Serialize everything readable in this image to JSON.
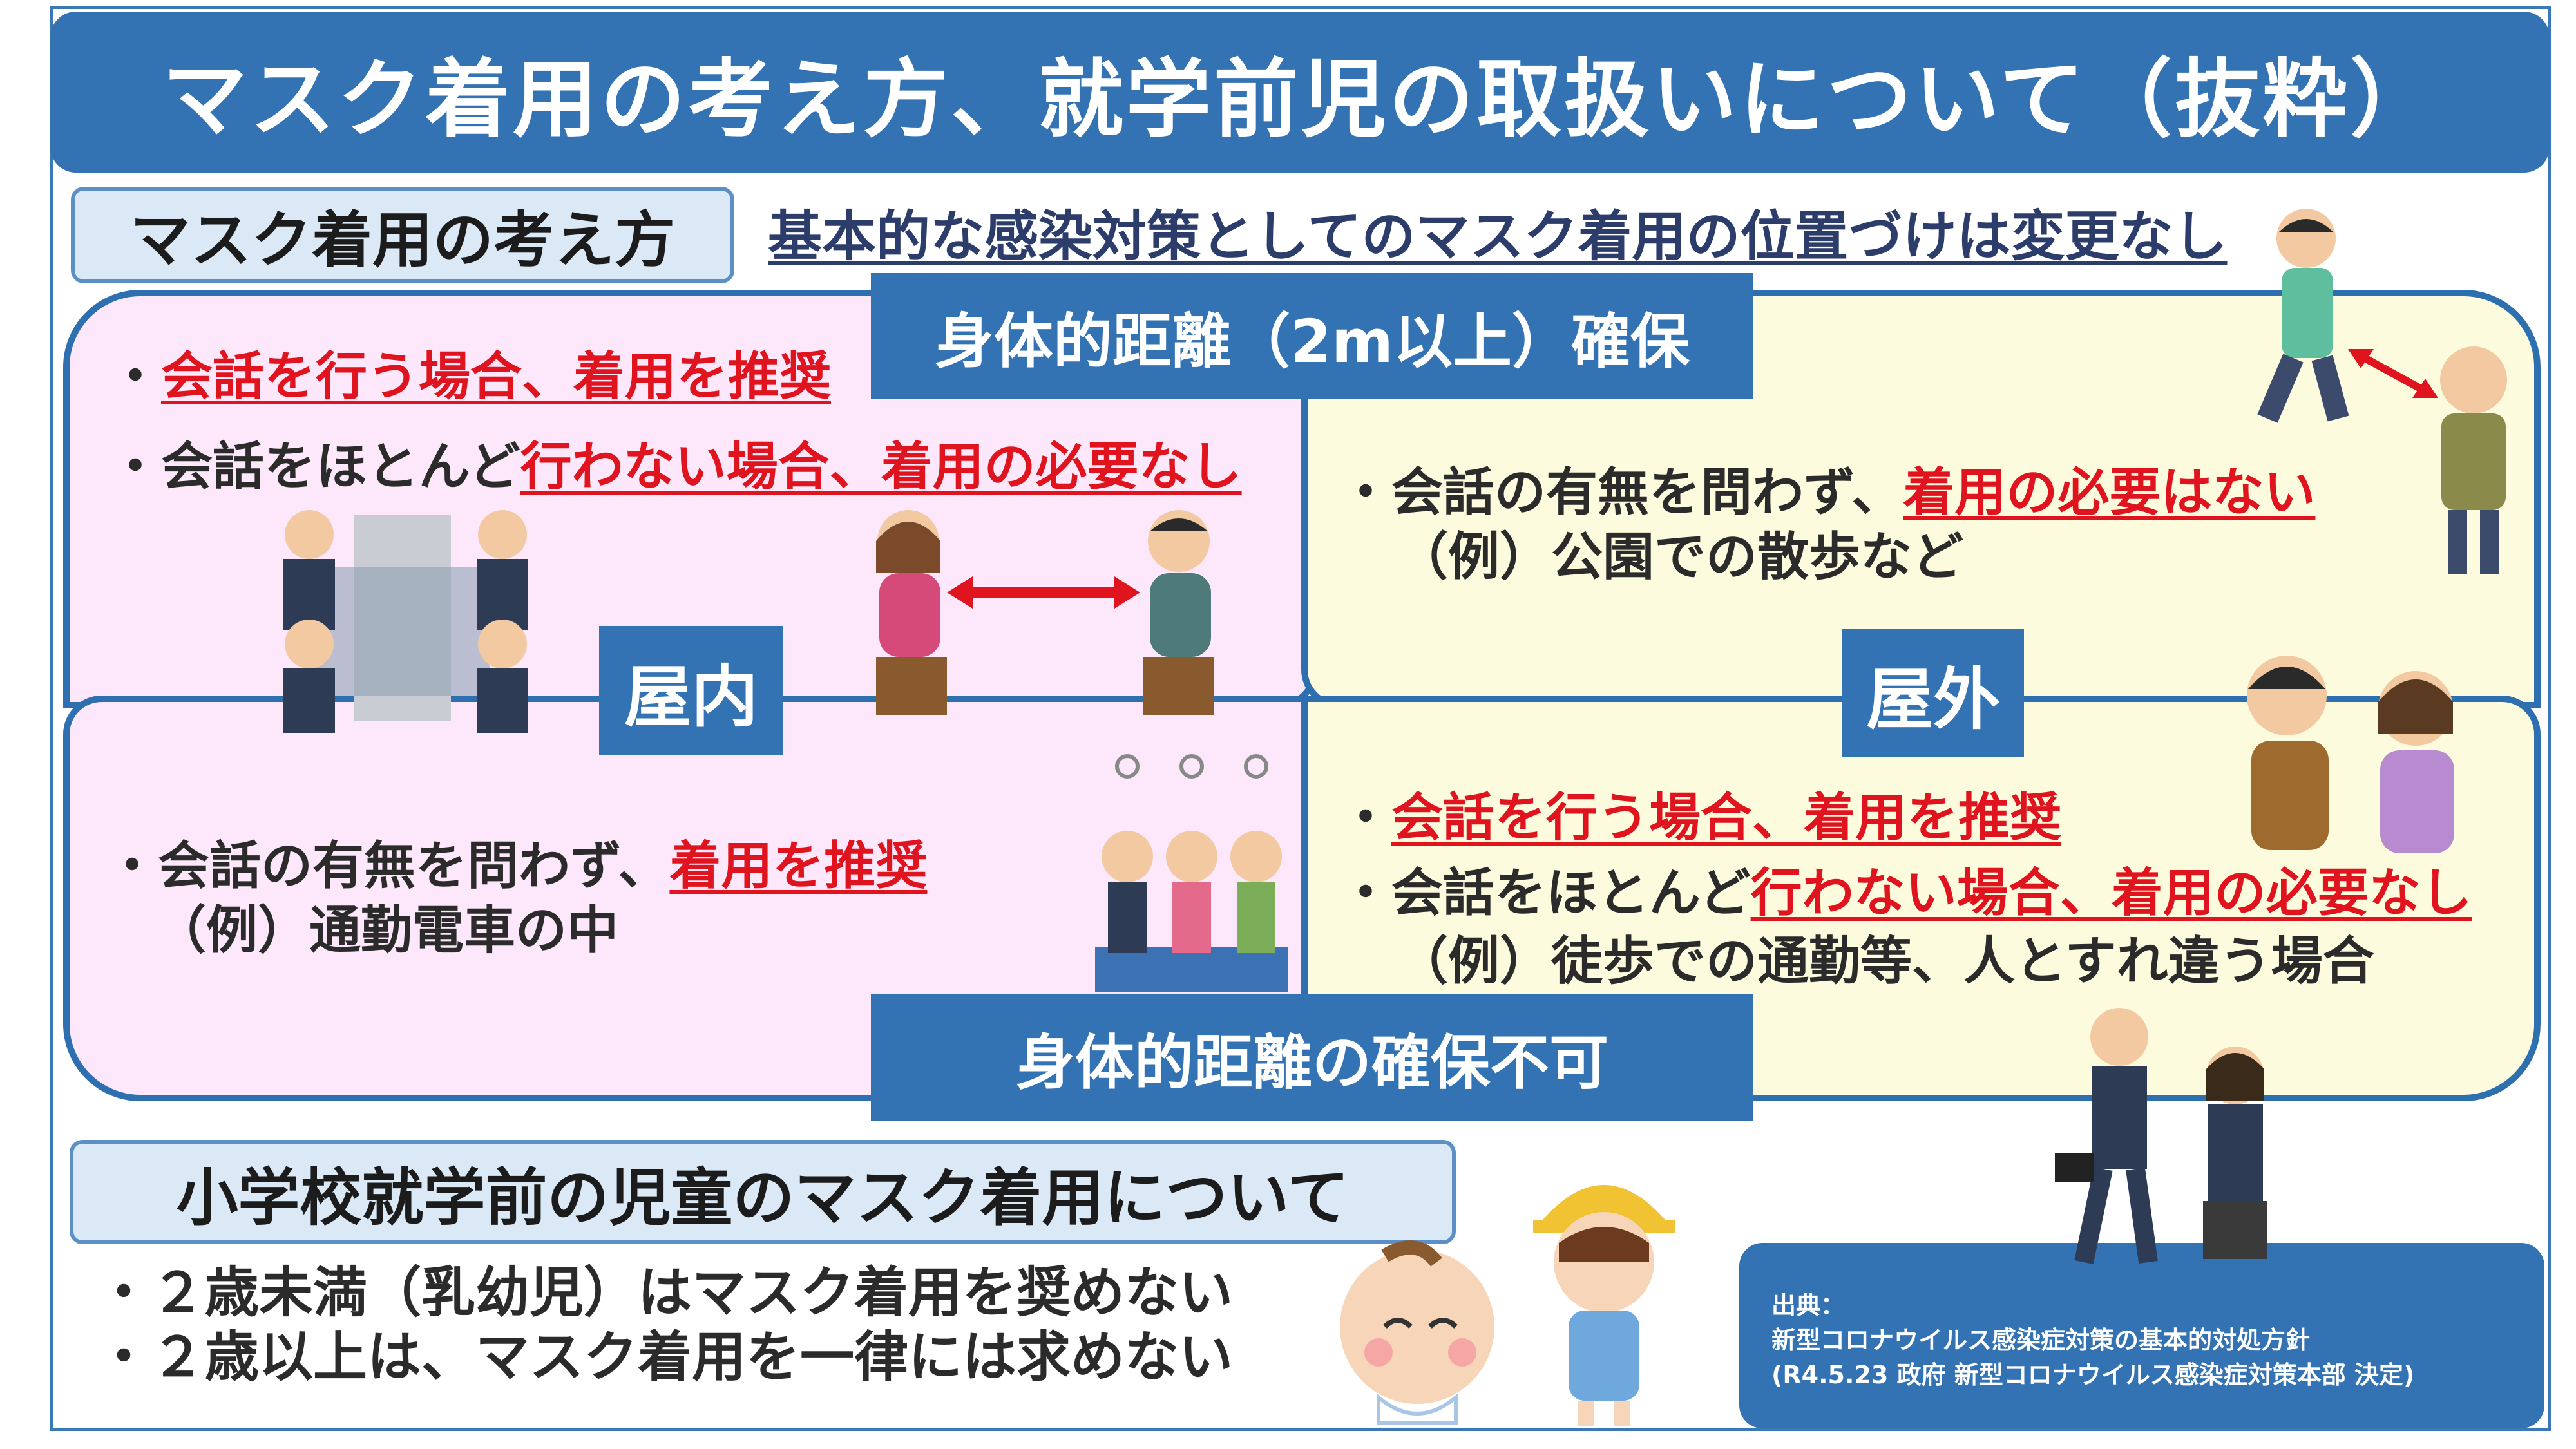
{
  "title": "マスク着用の考え方、就学前児の取扱いについて（抜粋）",
  "section_mask": {
    "label": "マスク着用の考え方",
    "intro": "基本的な感染対策としてのマスク着用の位置づけは変更なし"
  },
  "tags": {
    "distance_ok": "身体的距離（2m以上）確保",
    "distance_ng": "身体的距離の確保不可",
    "indoor": "屋内",
    "outdoor": "屋外"
  },
  "indoor_distance": {
    "bullet": "・",
    "line1_red": "会話を行う場合、着用を推奨",
    "line2_prefix": "会話をほとんど",
    "line2_red": "行わない場合、着用の必要なし"
  },
  "outdoor_distance": {
    "bullet": "・",
    "line1_prefix": "会話の有無を問わず、",
    "line1_red": "着用の必要はない",
    "example": "（例）公園での散歩など"
  },
  "indoor_close": {
    "bullet": "・",
    "line1_prefix": "会話の有無を問わず、",
    "line1_red": "着用を推奨",
    "example": "（例）通勤電車の中"
  },
  "outdoor_close": {
    "bullet": "・",
    "line1_red": "会話を行う場合、着用を推奨",
    "line2_prefix": "会話をほとんど",
    "line2_red": "行わない場合、着用の必要なし",
    "example": "（例）徒歩での通勤等、人とすれ違う場合"
  },
  "section_kids": {
    "label": "小学校就学前の児童のマスク着用について",
    "line1": "・２歳未満（乳幼児）はマスク着用を奨めない",
    "line2": "・２歳以上は、マスク着用を一律には求めない"
  },
  "source": {
    "line1": "出典：",
    "line2": "新型コロナウイルス感染症対策の基本的対処方針",
    "line3": "(R4.5.23 政府 新型コロナウイルス感染症対策本部 決定)"
  },
  "colors": {
    "banner_blue": "#3473b3",
    "accent_red": "#e0141e",
    "indoor_bg": "#fde8fb",
    "outdoor_bg": "#fdfbdd",
    "label_bg": "#dbe9f6"
  },
  "illustrations": [
    "office-meeting-illustration",
    "reading-pair-illustration",
    "walking-pair-illustration",
    "train-passengers-illustration",
    "talking-pair-illustration",
    "commuters-illustration",
    "baby-illustration",
    "child-illustration"
  ]
}
